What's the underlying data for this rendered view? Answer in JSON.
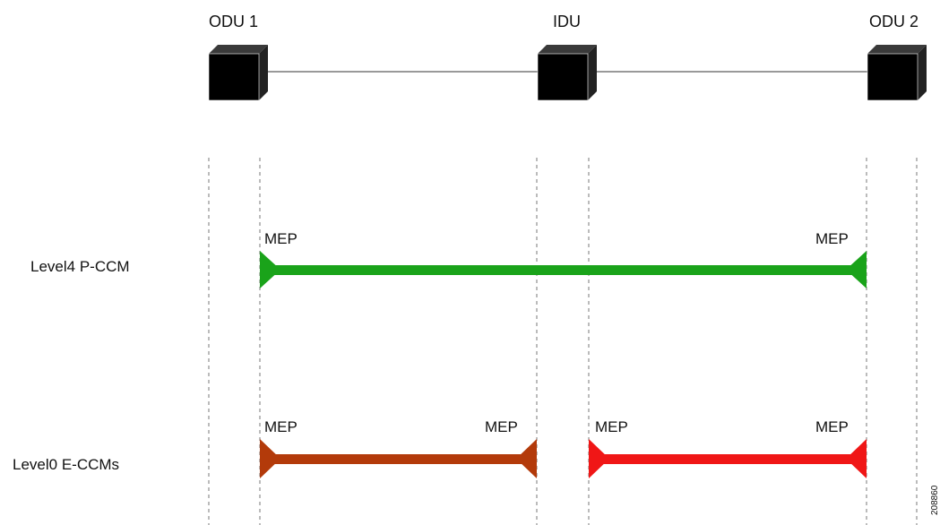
{
  "devices": [
    {
      "name": "ODU 1"
    },
    {
      "name": "IDU"
    },
    {
      "name": "ODU 2"
    }
  ],
  "rows": {
    "p_ccm": {
      "label": "Level4 P-CCM",
      "color": "#1aa31a",
      "endpoints": [
        "MEP",
        "MEP"
      ]
    },
    "e_ccms": {
      "label": "Level0 E-CCMs",
      "segments": [
        {
          "color": "#b33a0a",
          "endpoints": [
            "MEP",
            "MEP"
          ]
        },
        {
          "color": "#f01616",
          "endpoints": [
            "MEP",
            "MEP"
          ]
        }
      ]
    }
  },
  "figure_id": "208860"
}
